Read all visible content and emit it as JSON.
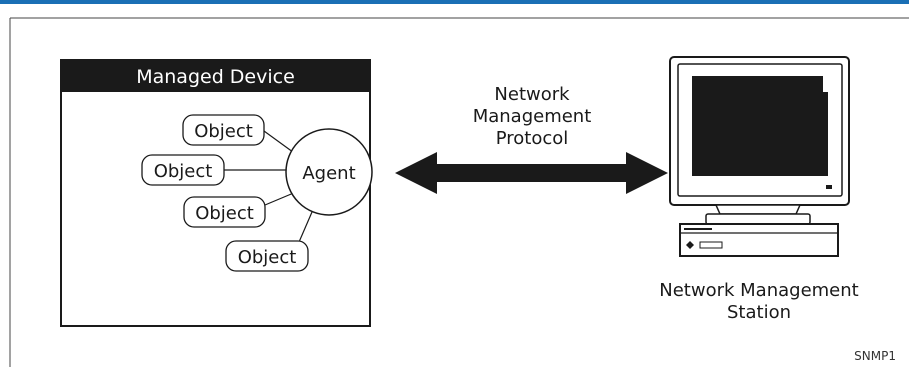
{
  "managed_device": {
    "title": "Managed Device",
    "agent": "Agent",
    "objects": [
      "Object",
      "Object",
      "Object",
      "Object"
    ]
  },
  "protocol": {
    "line1": "Network",
    "line2": "Management",
    "line3": "Protocol"
  },
  "station": {
    "line1": "Network Management",
    "line2": "Station"
  },
  "figure_id": "SNMP1",
  "colors": {
    "header_text": "#1a6fb5",
    "ink": "#1a1a1a"
  }
}
